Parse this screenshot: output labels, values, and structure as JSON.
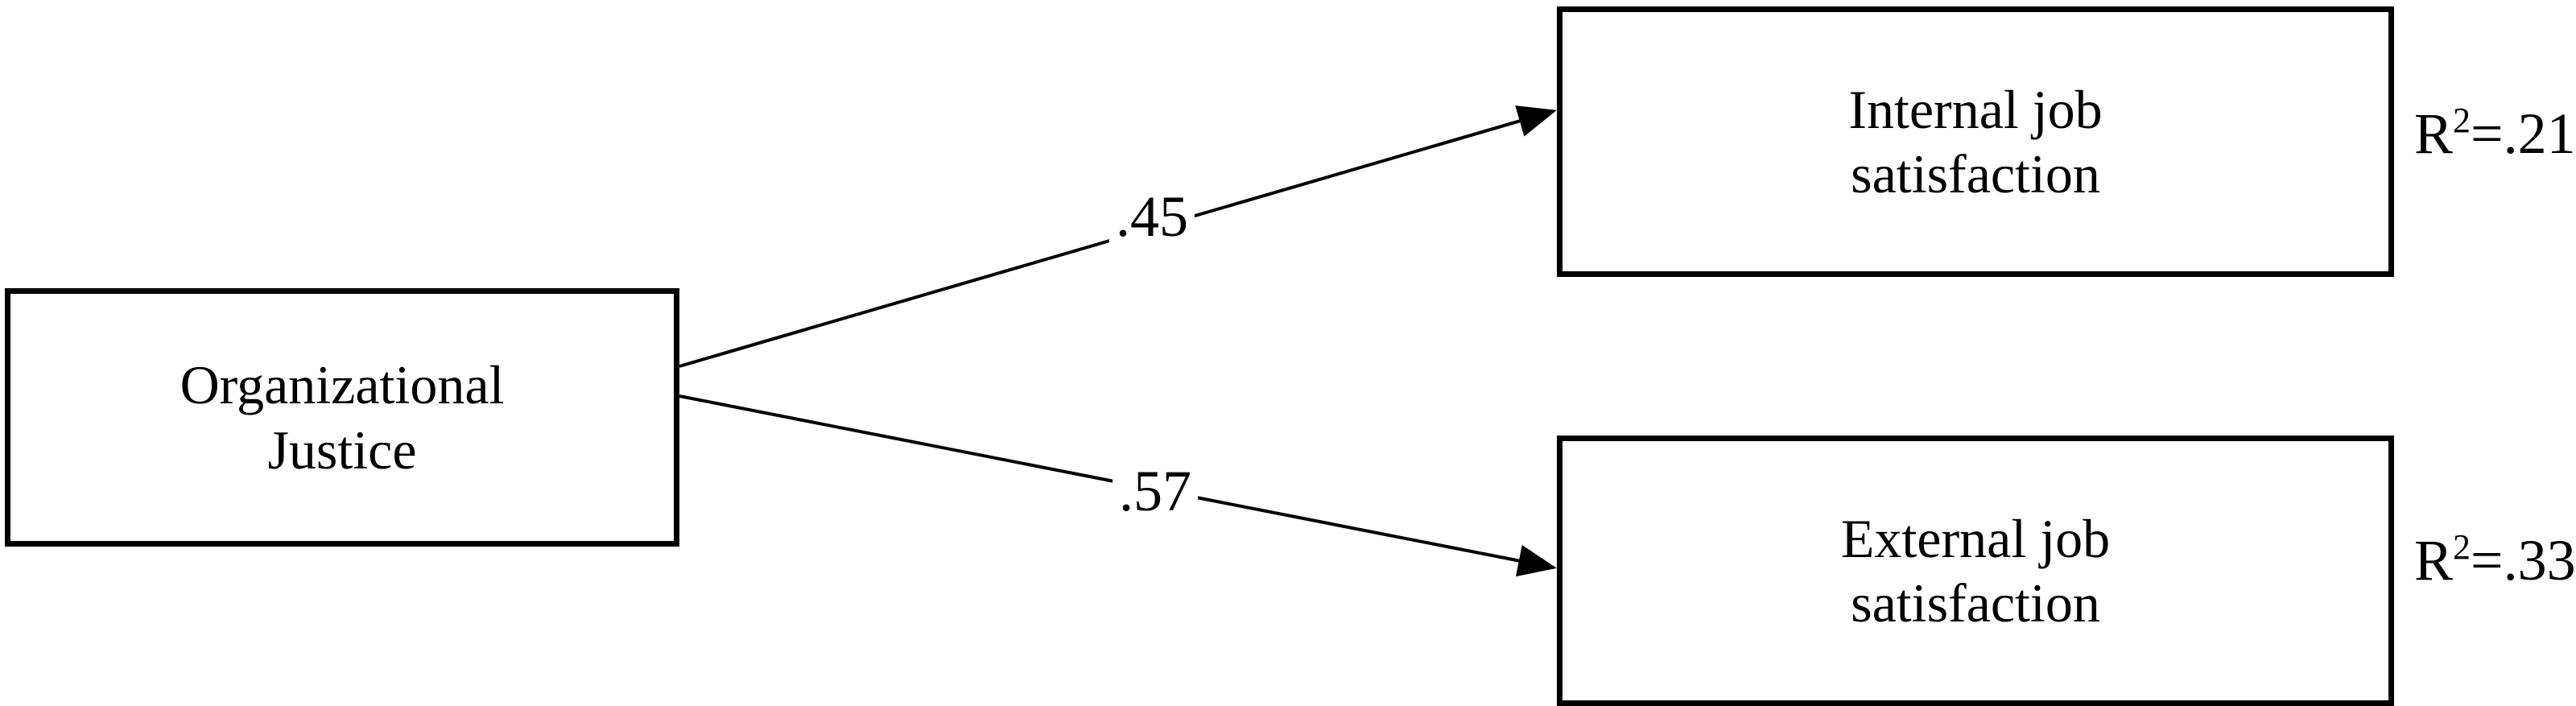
{
  "nodes": {
    "justice": {
      "label": "Organizational\nJustice"
    },
    "internal": {
      "label": "Internal job\nsatisfaction"
    },
    "external": {
      "label": "External job\nsatisfaction"
    }
  },
  "paths": [
    {
      "from": "justice",
      "to": "internal",
      "coefficient": ".45"
    },
    {
      "from": "justice",
      "to": "external",
      "coefficient": ".57"
    }
  ],
  "r_squared": {
    "internal": {
      "prefix": "R",
      "superscript": "2",
      "value": "=.21"
    },
    "external": {
      "prefix": "R",
      "superscript": "2",
      "value": "=.33"
    }
  }
}
